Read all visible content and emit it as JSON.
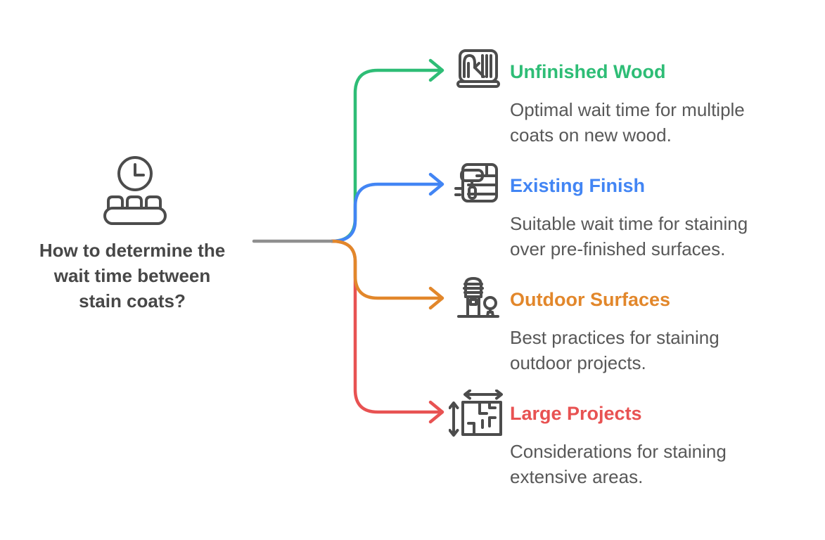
{
  "diagram": {
    "root": {
      "icon": "clock-conveyor-icon",
      "question_lines": {
        "l1": "How to determine the",
        "l2": "wait time between",
        "l3": "stain coats?"
      }
    },
    "branches": [
      {
        "label": "Unfinished Wood",
        "color": "#2EBD76",
        "icon": "wood-grain-icon",
        "desc": {
          "l1": "Optimal wait time for multiple",
          "l2": "coats on new wood."
        }
      },
      {
        "label": "Existing Finish",
        "color": "#4285F4",
        "icon": "paint-roller-wall-icon",
        "desc": {
          "l1": "Suitable wait time for staining",
          "l2": "over pre-finished surfaces."
        }
      },
      {
        "label": "Outdoor Surfaces",
        "color": "#E2872B",
        "icon": "outdoor-post-tree-icon",
        "desc": {
          "l1": "Best practices for staining",
          "l2": "outdoor projects."
        }
      },
      {
        "label": "Large Projects",
        "color": "#E85252",
        "icon": "floorplan-measure-icon",
        "desc": {
          "l1": "Considerations for staining",
          "l2": "extensive areas."
        }
      }
    ],
    "colors": {
      "connector_gray": "#8F8F8F",
      "icon_stroke": "#4C4C4C",
      "question_text": "#474747",
      "description_text": "#585858",
      "background": "#FFFFFF"
    }
  }
}
